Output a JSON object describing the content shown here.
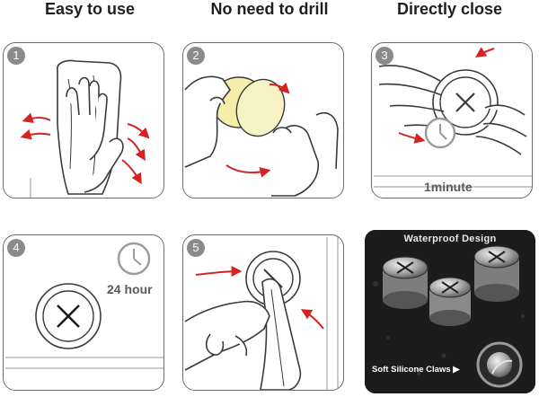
{
  "headers": {
    "easy": "Easy to use",
    "drill": "No need to drill",
    "close": "Directly close"
  },
  "steps": [
    "1",
    "2",
    "3",
    "4",
    "5"
  ],
  "captions": {
    "one_minute": "1minute",
    "twenty_four_hour": "24 hour"
  },
  "product_photo": {
    "title": "Waterproof Design",
    "claws_label": "Soft Silicone Claws ▶"
  },
  "colors": {
    "arrow": "#d42323",
    "outline": "#3a3a3a",
    "panel_border": "#6d6d6d",
    "badge": "#8a8a8a",
    "pad_yellow": "#f4eeaa",
    "photo_bg": "#1c1c1c"
  },
  "icons": [
    "clock-icon",
    "x-mark-icon",
    "arrow-icon",
    "hand-icon",
    "towel-icon",
    "adhesive-pad-icon"
  ]
}
